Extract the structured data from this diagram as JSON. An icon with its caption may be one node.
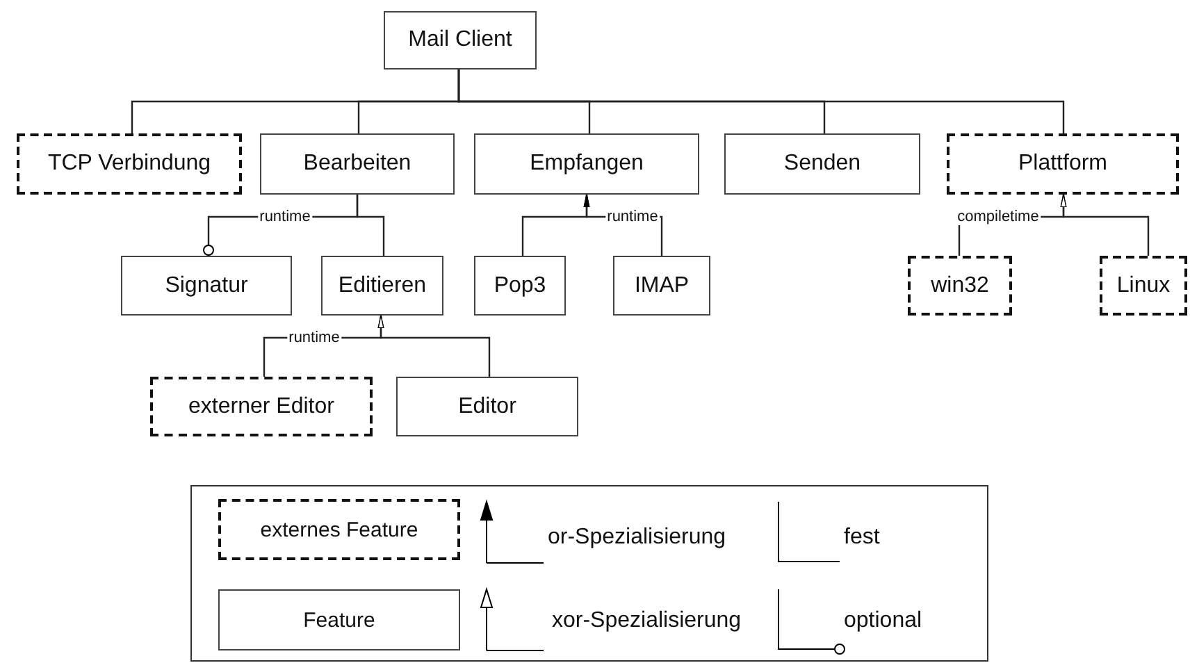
{
  "diagram": {
    "nodes": [
      {
        "text": [
          "Mail Client"
        ]
      },
      {
        "text": [
          "TCP Verbindung"
        ]
      },
      {
        "text": [
          "Bearbeiten"
        ]
      },
      {
        "text": [
          "Empfangen"
        ]
      },
      {
        "text": [
          "Senden"
        ]
      },
      {
        "text": [
          "Plattform"
        ]
      },
      {
        "text": [
          "Signatur"
        ]
      },
      {
        "text": [
          "Editieren"
        ]
      },
      {
        "text": [
          "Pop3"
        ]
      },
      {
        "text": [
          "IMAP"
        ]
      },
      {
        "text": [
          "win32"
        ]
      },
      {
        "text": [
          "Linux"
        ]
      },
      {
        "text": [
          "externer Editor"
        ]
      },
      {
        "text": [
          "Editor"
        ]
      }
    ],
    "edges": [
      {
        "from": 0,
        "to": 1,
        "arrow": "none"
      },
      {
        "from": 0,
        "to": 2,
        "arrow": "none"
      },
      {
        "from": 0,
        "to": 3,
        "arrow": "none"
      },
      {
        "from": 0,
        "to": 4,
        "arrow": "none"
      },
      {
        "from": 0,
        "to": 5,
        "arrow": "none"
      },
      {
        "from": 2,
        "to": 6,
        "arrow": "other",
        "label": "runtime"
      },
      {
        "from": 2,
        "to": 7,
        "arrow": "none"
      },
      {
        "from": 8,
        "to": 3,
        "arrow": "to"
      },
      {
        "from": 9,
        "to": 3,
        "arrow": "to",
        "label": "runtime"
      },
      {
        "from": 12,
        "to": 7,
        "arrow": "to",
        "label": "runtime"
      },
      {
        "from": 13,
        "to": 7,
        "arrow": "to"
      },
      {
        "from": 10,
        "to": 5,
        "arrow": "to",
        "label": "compiletime"
      },
      {
        "from": 11,
        "to": 5,
        "arrow": "to"
      }
    ],
    "legend": [
      {
        "text": "externes Feature"
      },
      {
        "text": "or-Spezialisierung"
      },
      {
        "text": "fest"
      },
      {
        "text": "Feature"
      },
      {
        "text": "xor-Spezialisierung"
      },
      {
        "text": "optional"
      }
    ]
  }
}
